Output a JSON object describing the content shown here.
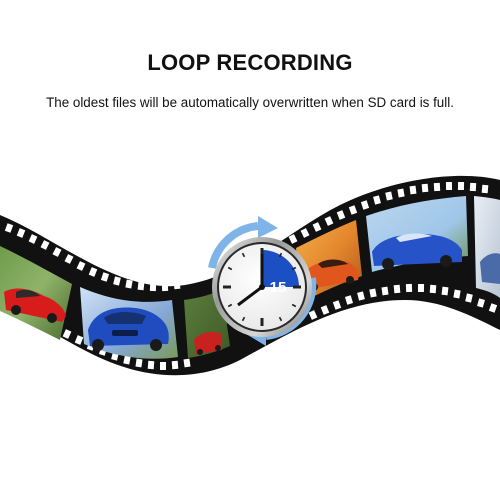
{
  "heading": {
    "title": "LOOP RECORDING",
    "subtitle": "The oldest files will be automatically overwritten when SD card is full."
  },
  "clock": {
    "minutes_label": "15",
    "highlight_fraction": 0.25
  },
  "colors": {
    "text": "#111111",
    "clock_blue": "#1d4fc4",
    "arrow_blue": "#7fb4e8",
    "film": "#111111",
    "background": "#ffffff"
  },
  "icons": {
    "loop_arrows": "circular-arrows-icon",
    "clock": "stopwatch-icon",
    "film": "film-strip-icon"
  }
}
